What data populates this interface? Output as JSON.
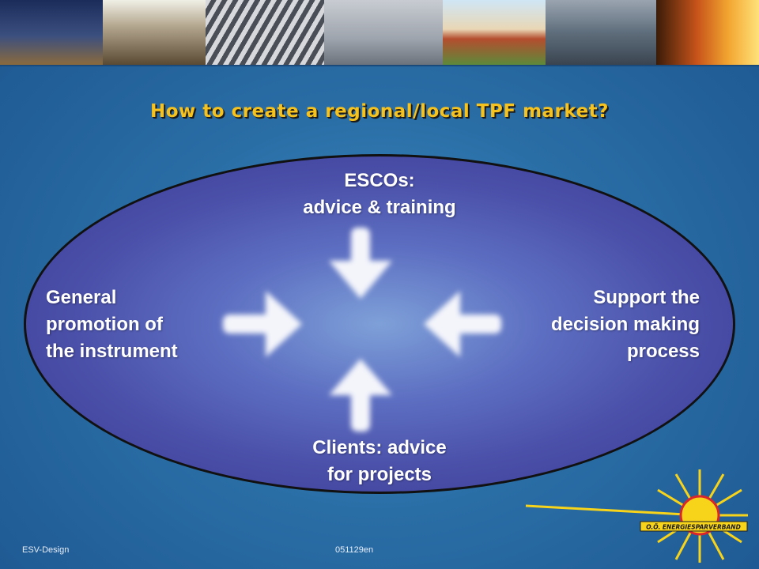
{
  "title": "How to create a regional/local TPF market?",
  "diagram": {
    "top": [
      "ESCOs:",
      "advice & training"
    ],
    "left": [
      "General",
      "promotion of",
      "the instrument"
    ],
    "right": [
      "Support the",
      "decision making",
      "process"
    ],
    "bottom": [
      "Clients: advice",
      "for projects"
    ]
  },
  "footer": {
    "left": "ESV-Design",
    "center": "051129en"
  },
  "logo": {
    "text": "O.Ö. ENERGIESPARVERBAND",
    "color_sun": "#f7d31a",
    "color_ring": "#d9262a"
  },
  "colors": {
    "background": "#2a6ea6",
    "title": "#f6c21e",
    "ellipse": "#4a4fa8",
    "text": "#ffffff"
  },
  "icons": [
    "arrow-down-icon",
    "arrow-right-icon",
    "arrow-left-icon",
    "arrow-up-icon",
    "sun-logo-icon"
  ]
}
